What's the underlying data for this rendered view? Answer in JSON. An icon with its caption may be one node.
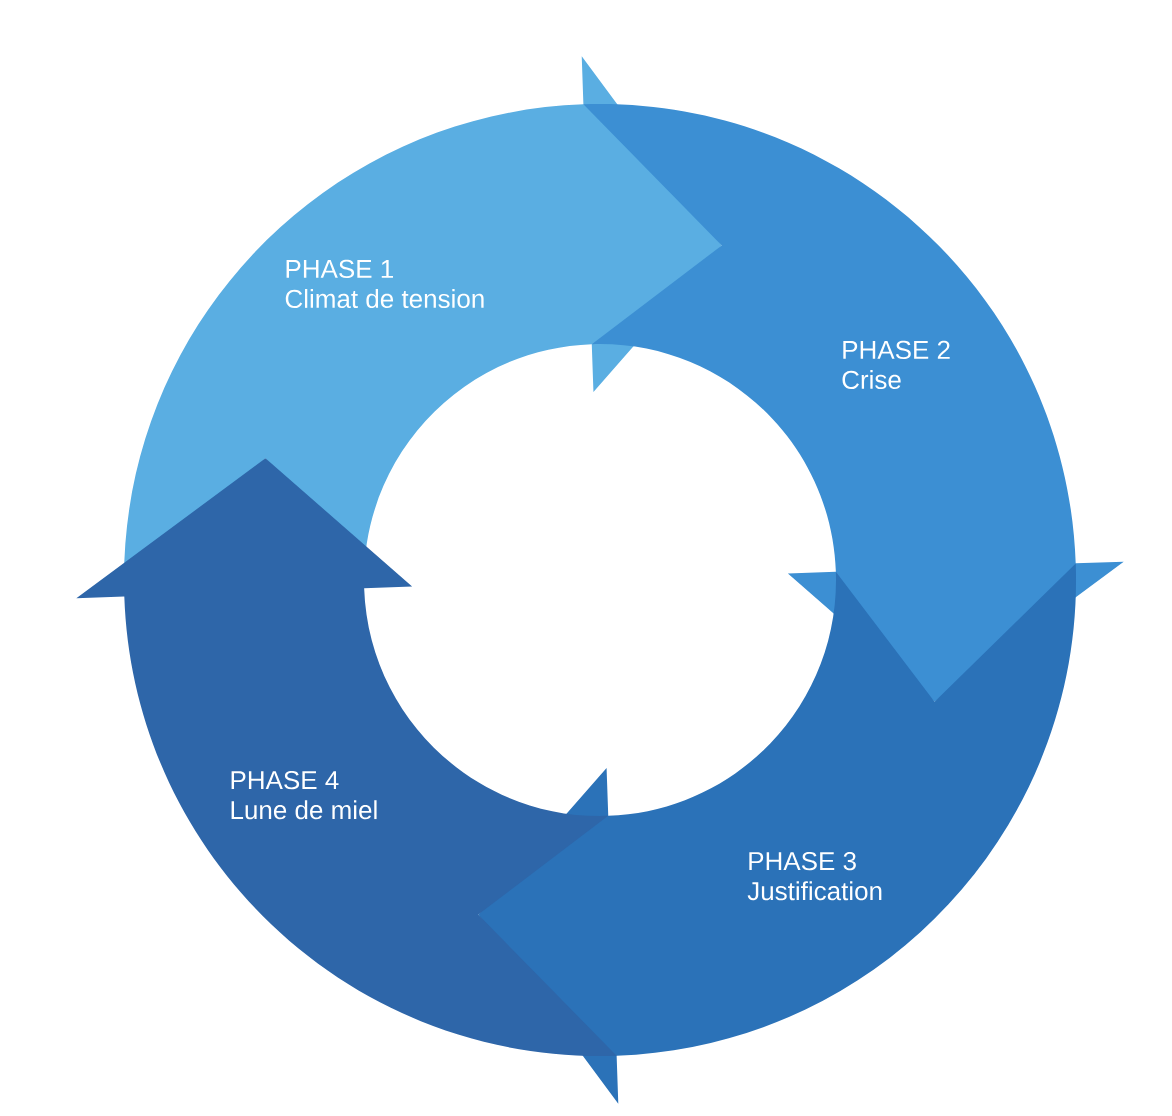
{
  "diagram": {
    "nodes": [
      {
        "text": [
          "PHASE 1",
          "Climat de tension"
        ]
      },
      {
        "text": [
          "PHASE 2",
          "Crise"
        ]
      },
      {
        "text": [
          "PHASE 3",
          "Justification"
        ]
      },
      {
        "text": [
          "PHASE 4",
          "Lune de miel"
        ]
      }
    ]
  }
}
